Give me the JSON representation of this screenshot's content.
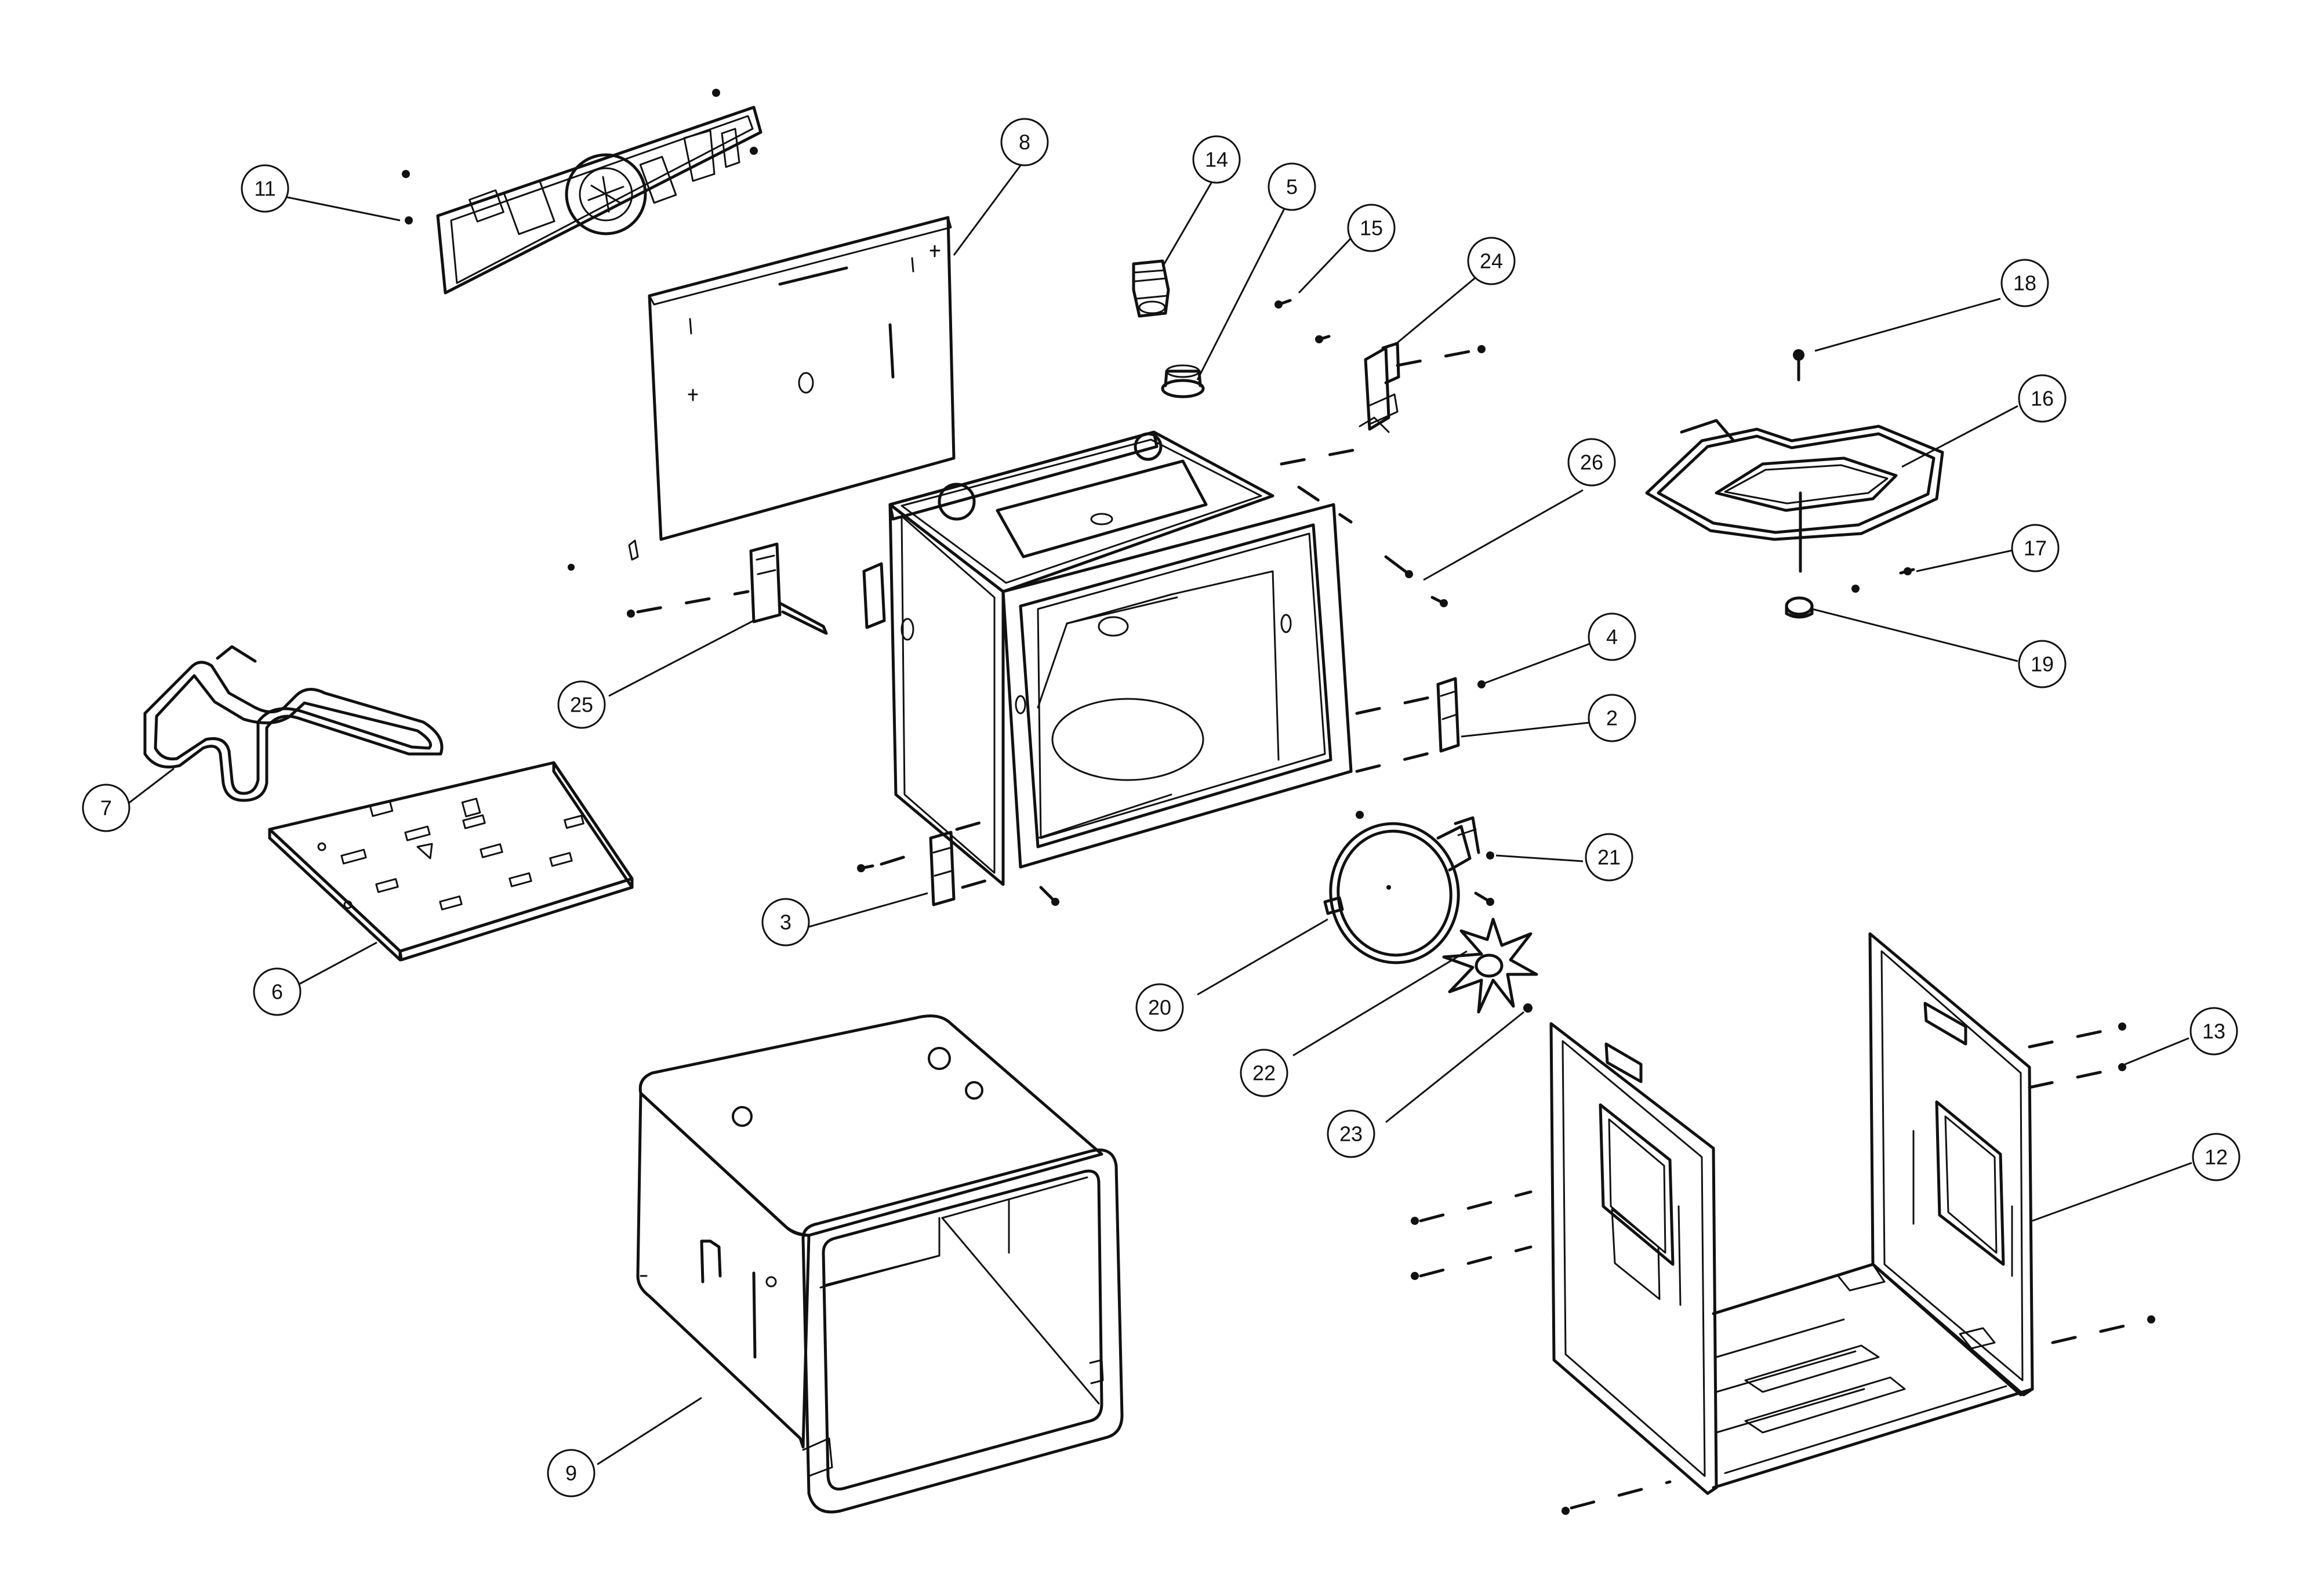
{
  "diagram": {
    "type": "exploded-parts-view",
    "callouts": [
      {
        "id": "11",
        "label": "11",
        "target": "control-board-bracket"
      },
      {
        "id": "8",
        "label": "8",
        "target": "rear-cover-panel"
      },
      {
        "id": "14",
        "label": "14",
        "target": "lamp-holder"
      },
      {
        "id": "5",
        "label": "5",
        "target": "lamp-seat"
      },
      {
        "id": "15",
        "label": "15",
        "target": "screw"
      },
      {
        "id": "24",
        "label": "24",
        "target": "hinge-bracket-top"
      },
      {
        "id": "18",
        "label": "18",
        "target": "screw"
      },
      {
        "id": "16",
        "label": "16",
        "target": "grill-heating-element"
      },
      {
        "id": "26",
        "label": "26",
        "target": "screw"
      },
      {
        "id": "17",
        "label": "17",
        "target": "screw"
      },
      {
        "id": "19",
        "label": "19",
        "target": "nut"
      },
      {
        "id": "4",
        "label": "4",
        "target": "screw"
      },
      {
        "id": "2",
        "label": "2",
        "target": "hinge-receiver-right"
      },
      {
        "id": "25",
        "label": "25",
        "target": "hinge-receiver-left"
      },
      {
        "id": "7",
        "label": "7",
        "target": "bottom-heating-element"
      },
      {
        "id": "6",
        "label": "6",
        "target": "bottom-support-plate"
      },
      {
        "id": "3",
        "label": "3",
        "target": "hinge-receiver-lower"
      },
      {
        "id": "21",
        "label": "21",
        "target": "screw"
      },
      {
        "id": "20",
        "label": "20",
        "target": "circular-heating-element"
      },
      {
        "id": "22",
        "label": "22",
        "target": "convection-fan"
      },
      {
        "id": "23",
        "label": "23",
        "target": "fan-nut"
      },
      {
        "id": "13",
        "label": "13",
        "target": "screw"
      },
      {
        "id": "12",
        "label": "12",
        "target": "side-frame"
      },
      {
        "id": "9",
        "label": "9",
        "target": "outer-wrap"
      }
    ]
  }
}
